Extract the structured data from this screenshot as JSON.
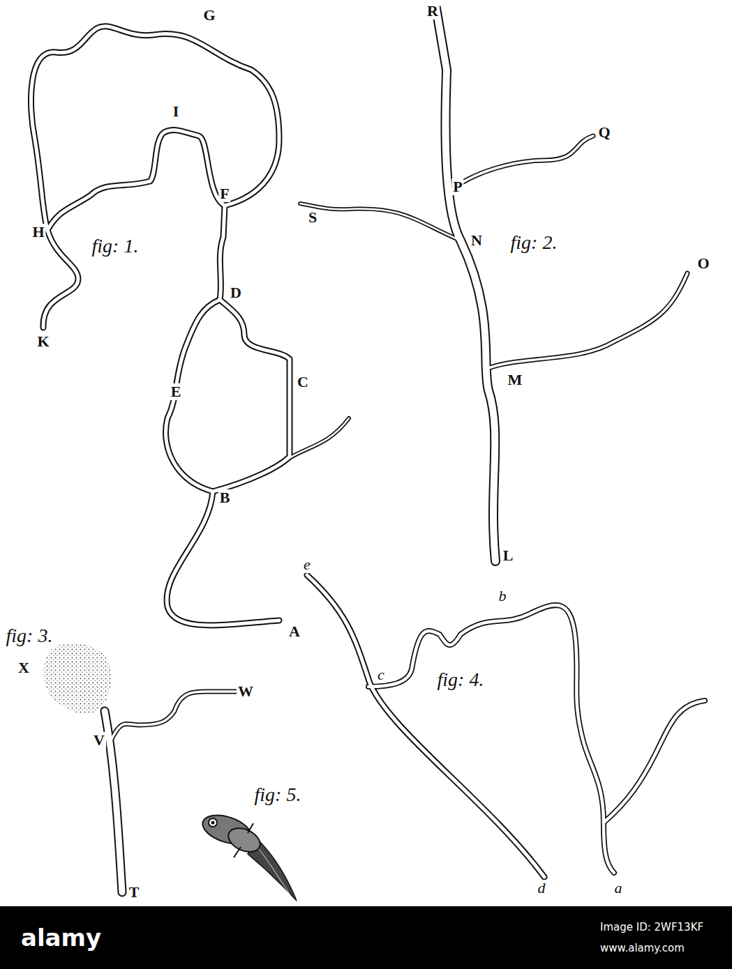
{
  "diagram": {
    "labels": [
      "G",
      "I",
      "H",
      "fig: 1.",
      "F",
      "K",
      "D",
      "E",
      "C",
      "B",
      "A",
      "R",
      "Q",
      "P",
      "S",
      "N",
      "fig: 2.",
      "O",
      "M",
      "L",
      "e",
      "b",
      "fig: 4.",
      "c",
      "fig: 3.",
      "X",
      "W",
      "V",
      "fig: 5.",
      "T",
      "d",
      "a",
      "alamy",
      "Image ID: 2WF13KF",
      "www.alamy.com"
    ]
  }
}
